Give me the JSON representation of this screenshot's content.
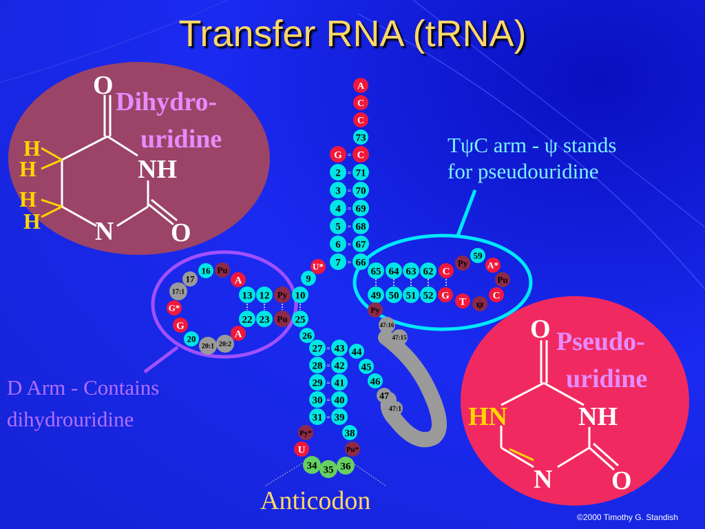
{
  "title": "Transfer RNA (tRNA)",
  "labels": {
    "tpsic_line1": "TψC arm - ψ stands",
    "tpsic_line2": "for pseudouridine",
    "darm_line1": "D Arm - Contains",
    "darm_line2": "dihydrouridine",
    "anticodon": "Anticodon",
    "copyright": "©2000 Timothy G. Standish"
  },
  "dihydrouridine": {
    "name_line1": "Dihydro-",
    "name_line2": "uridine",
    "atoms": {
      "o_top": "O",
      "nh": "NH",
      "n": "N",
      "o_bottom": "O",
      "h": "H"
    }
  },
  "pseudouridine": {
    "name_line1": "Pseudo-",
    "name_line2": "uridine",
    "atoms": {
      "o_top": "O",
      "hn": "HN",
      "nh": "NH",
      "n": "N",
      "o_bottom": "O"
    }
  },
  "nucleotides": {
    "acceptor_tail": [
      "A",
      "C",
      "C",
      "73"
    ],
    "acceptor_left": [
      "G",
      "2",
      "3",
      "4",
      "5",
      "6",
      "7"
    ],
    "acceptor_right": [
      "C",
      "71",
      "70",
      "69",
      "68",
      "67",
      "66"
    ],
    "u8": "U*",
    "n9": "9",
    "d_stem_top": [
      "10",
      "Py",
      "12",
      "13"
    ],
    "d_stem_bottom": [
      "25",
      "Pu",
      "23",
      "22"
    ],
    "d_loop": [
      "A",
      "Pu",
      "16",
      "17",
      "17:1",
      "G*",
      "G",
      "20",
      "20:1",
      "20:2",
      "A"
    ],
    "n26": "26",
    "t_stem_left": [
      "49",
      "50",
      "51",
      "52"
    ],
    "t_stem_right": [
      "65",
      "64",
      "63",
      "62"
    ],
    "t_loop": [
      "G",
      "T",
      "ψ",
      "C",
      "Pu",
      "A*",
      "59",
      "Py",
      "C"
    ],
    "variable": [
      "Py",
      "47:16",
      "47:15",
      "47",
      "47:1"
    ],
    "anticodon_stem_left": [
      "27",
      "28",
      "29",
      "30",
      "31"
    ],
    "anticodon_stem_right": [
      "43",
      "42",
      "41",
      "40",
      "39"
    ],
    "anticodon_loop": [
      "Py*",
      "U",
      "34",
      "35",
      "36",
      "Pu*",
      "38"
    ],
    "n44": "44",
    "n45": "45",
    "n46": "46"
  },
  "colors": {
    "background": "#1A28E8",
    "cyan": "#00E5E5",
    "red": "#F0183C",
    "maroon": "#8E2A48",
    "gray": "#9A9A9A",
    "green": "#66D060",
    "title": "#FFD76A"
  }
}
